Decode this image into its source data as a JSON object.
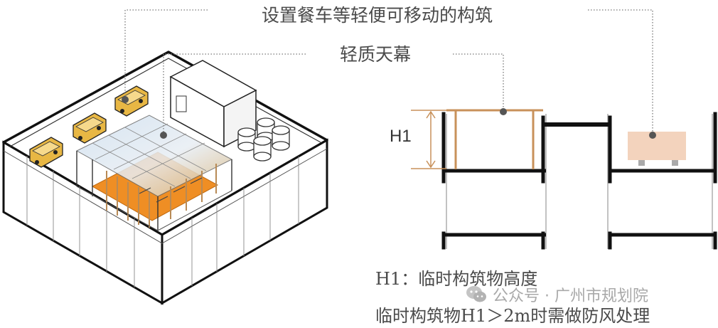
{
  "annotations": {
    "top_label": "设置餐车等轻便可移动的构筑",
    "mid_label": "轻质天幕",
    "h1_label": "H1",
    "definition": "H1：临时构筑物高度",
    "note": "临时构筑物H1＞2m时需做防风处理"
  },
  "watermark": {
    "icon": "wechat-icon",
    "text": "公众号 · 广州市规划院"
  },
  "colors": {
    "line": "#111111",
    "guide": "#777777",
    "van": "#e8b744",
    "floor": "#ef8e24",
    "canopy_post": "#c8915a",
    "cart": "#f3d3bd"
  }
}
